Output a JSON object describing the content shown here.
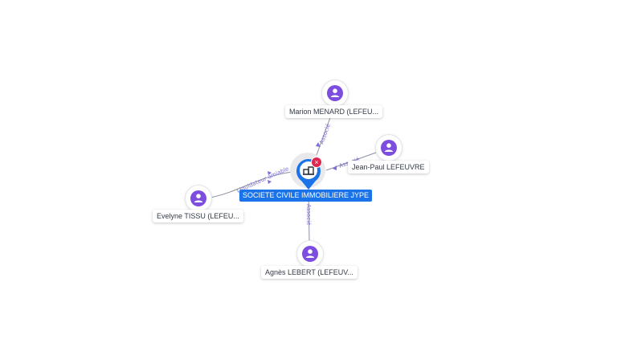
{
  "company": {
    "label": "SOCIETE CIVILE IMMOBILIERE JYPE",
    "icon": "building-icon",
    "color": "#1a73e8",
    "close_icon": "close-icon",
    "close_color": "#e0284f"
  },
  "people": [
    {
      "id": "marion",
      "label": "Marion MENARD (LEFEU...",
      "role": "Associé"
    },
    {
      "id": "jeanpaul",
      "label": "Jean-Paul LEFEUVRE",
      "role": "Associé"
    },
    {
      "id": "evelyne",
      "label": "Evelyne TISSU (LEFEU...",
      "role": "Liquidateur amiable"
    },
    {
      "id": "agnes",
      "label": "Agnès LEBERT (LEFEUV...",
      "role": "Associé"
    }
  ],
  "colors": {
    "person": "#7c4dde",
    "edge_label": "#7b6fd6",
    "edge": "#8a8fa3"
  }
}
